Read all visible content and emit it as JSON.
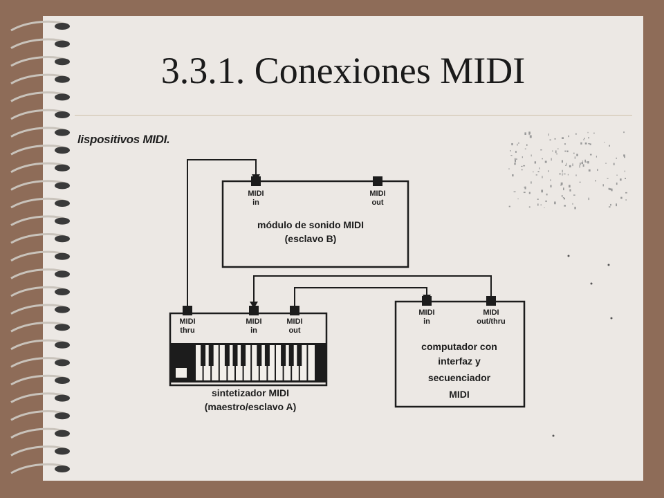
{
  "slide": {
    "title": "3.3.1. Conexiones MIDI",
    "caption": "lispositivos MIDI."
  },
  "devices": {
    "sound_module": {
      "name_line1": "módulo de sonido MIDI",
      "name_line2": "(esclavo B)",
      "port_in": [
        "MIDI",
        "in"
      ],
      "port_out": [
        "MIDI",
        "out"
      ]
    },
    "synthesizer": {
      "name_line1": "sintetizador MIDI",
      "name_line2": "(maestro/esclavo A)",
      "port_thru": [
        "MIDI",
        "thru"
      ],
      "port_in": [
        "MIDI",
        "in"
      ],
      "port_out": [
        "MIDI",
        "out"
      ]
    },
    "computer": {
      "name_line1": "computador con",
      "name_line2": "interfaz y",
      "name_line3": "secuenciador",
      "name_line4": "MIDI",
      "port_in": [
        "MIDI",
        "in"
      ],
      "port_out": [
        "MIDI",
        "out/thru"
      ]
    }
  },
  "colors": {
    "background": "#8e6c58",
    "page": "#ece8e4",
    "ink": "#1c1c1c",
    "rule": "#cdbfa7"
  }
}
